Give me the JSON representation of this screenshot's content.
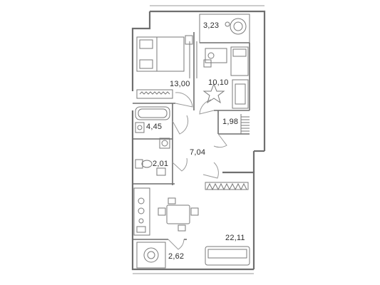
{
  "plan": {
    "rooms": [
      {
        "id": "loggia-top",
        "area": "3,23"
      },
      {
        "id": "bedroom",
        "area": "13,00"
      },
      {
        "id": "kids-room",
        "area": "10,10"
      },
      {
        "id": "bathroom",
        "area": "4,45"
      },
      {
        "id": "closet",
        "area": "1,98"
      },
      {
        "id": "hallway",
        "area": "7,04"
      },
      {
        "id": "wc",
        "area": "2,01"
      },
      {
        "id": "living",
        "area": "22,11"
      },
      {
        "id": "loggia-bottom",
        "area": "2,62"
      }
    ],
    "colors": {
      "wall": "#6f6f6f",
      "line": "#8a8a8a",
      "text": "#2b2b2b"
    }
  }
}
